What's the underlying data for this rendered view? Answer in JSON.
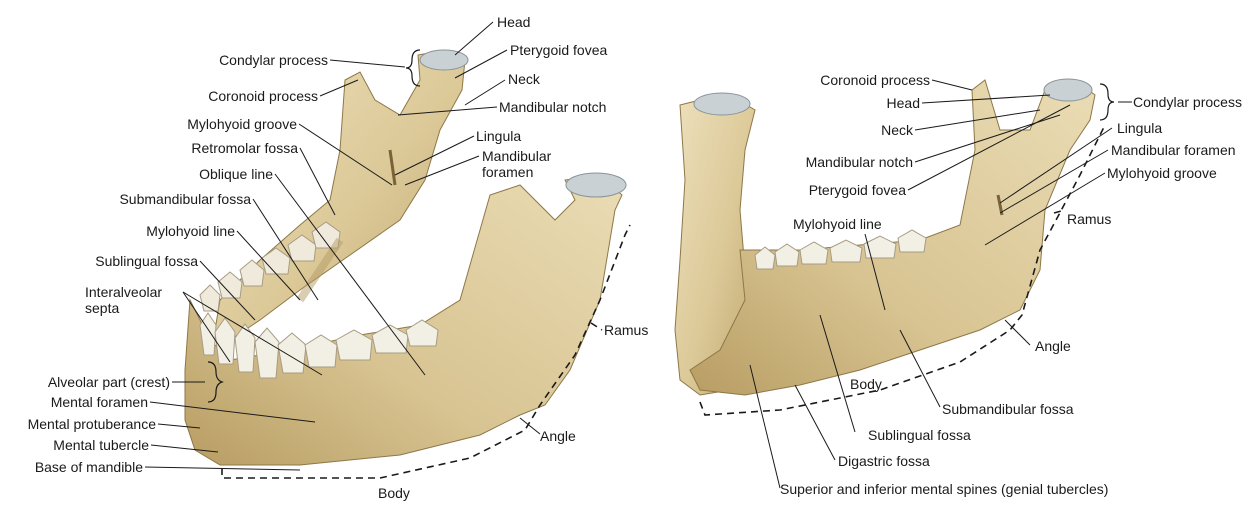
{
  "left_view": {
    "labels": {
      "head": "Head",
      "pterygoid_fovea": "Pterygoid fovea",
      "condylar_process": "Condylar process",
      "neck": "Neck",
      "coronoid_process": "Coronoid process",
      "mandibular_notch": "Mandibular notch",
      "mylohyoid_groove": "Mylohyoid groove",
      "lingula": "Lingula",
      "retromolar_fossa": "Retromolar fossa",
      "mandibular_foramen_1": "Mandibular",
      "mandibular_foramen_2": "foramen",
      "oblique_line": "Oblique line",
      "submandibular_fossa": "Submandibular fossa",
      "mylohyoid_line": "Mylohyoid line",
      "sublingual_fossa": "Sublingual fossa",
      "interalveolar_septa_1": "Interalveolar",
      "interalveolar_septa_2": "septa",
      "ramus": "Ramus",
      "alveolar_part": "Alveolar part (crest)",
      "mental_foramen": "Mental foramen",
      "mental_protuberance": "Mental protuberance",
      "mental_tubercle": "Mental tubercle",
      "base_of_mandible": "Base of mandible",
      "angle": "Angle",
      "body": "Body"
    }
  },
  "right_view": {
    "labels": {
      "coronoid_process": "Coronoid process",
      "head": "Head",
      "condylar_process": "Condylar process",
      "neck": "Neck",
      "lingula": "Lingula",
      "mandibular_notch": "Mandibular notch",
      "mandibular_foramen": "Mandibular foramen",
      "pterygoid_fovea": "Pterygoid fovea",
      "mylohyoid_groove": "Mylohyoid groove",
      "ramus": "Ramus",
      "mylohyoid_line": "Mylohyoid line",
      "angle": "Angle",
      "body": "Body",
      "submandibular_fossa": "Submandibular fossa",
      "sublingual_fossa": "Sublingual fossa",
      "digastric_fossa": "Digastric fossa",
      "mental_spines": "Superior and inferior mental spines (genial tubercles)"
    }
  },
  "colors": {
    "bone": "#e2d2a6",
    "bone_shade": "#c9b37e",
    "bone_dark": "#9e8652",
    "cartilage": "#c9d1d5",
    "tooth": "#f2efe4",
    "line": "#1a1a1a"
  }
}
